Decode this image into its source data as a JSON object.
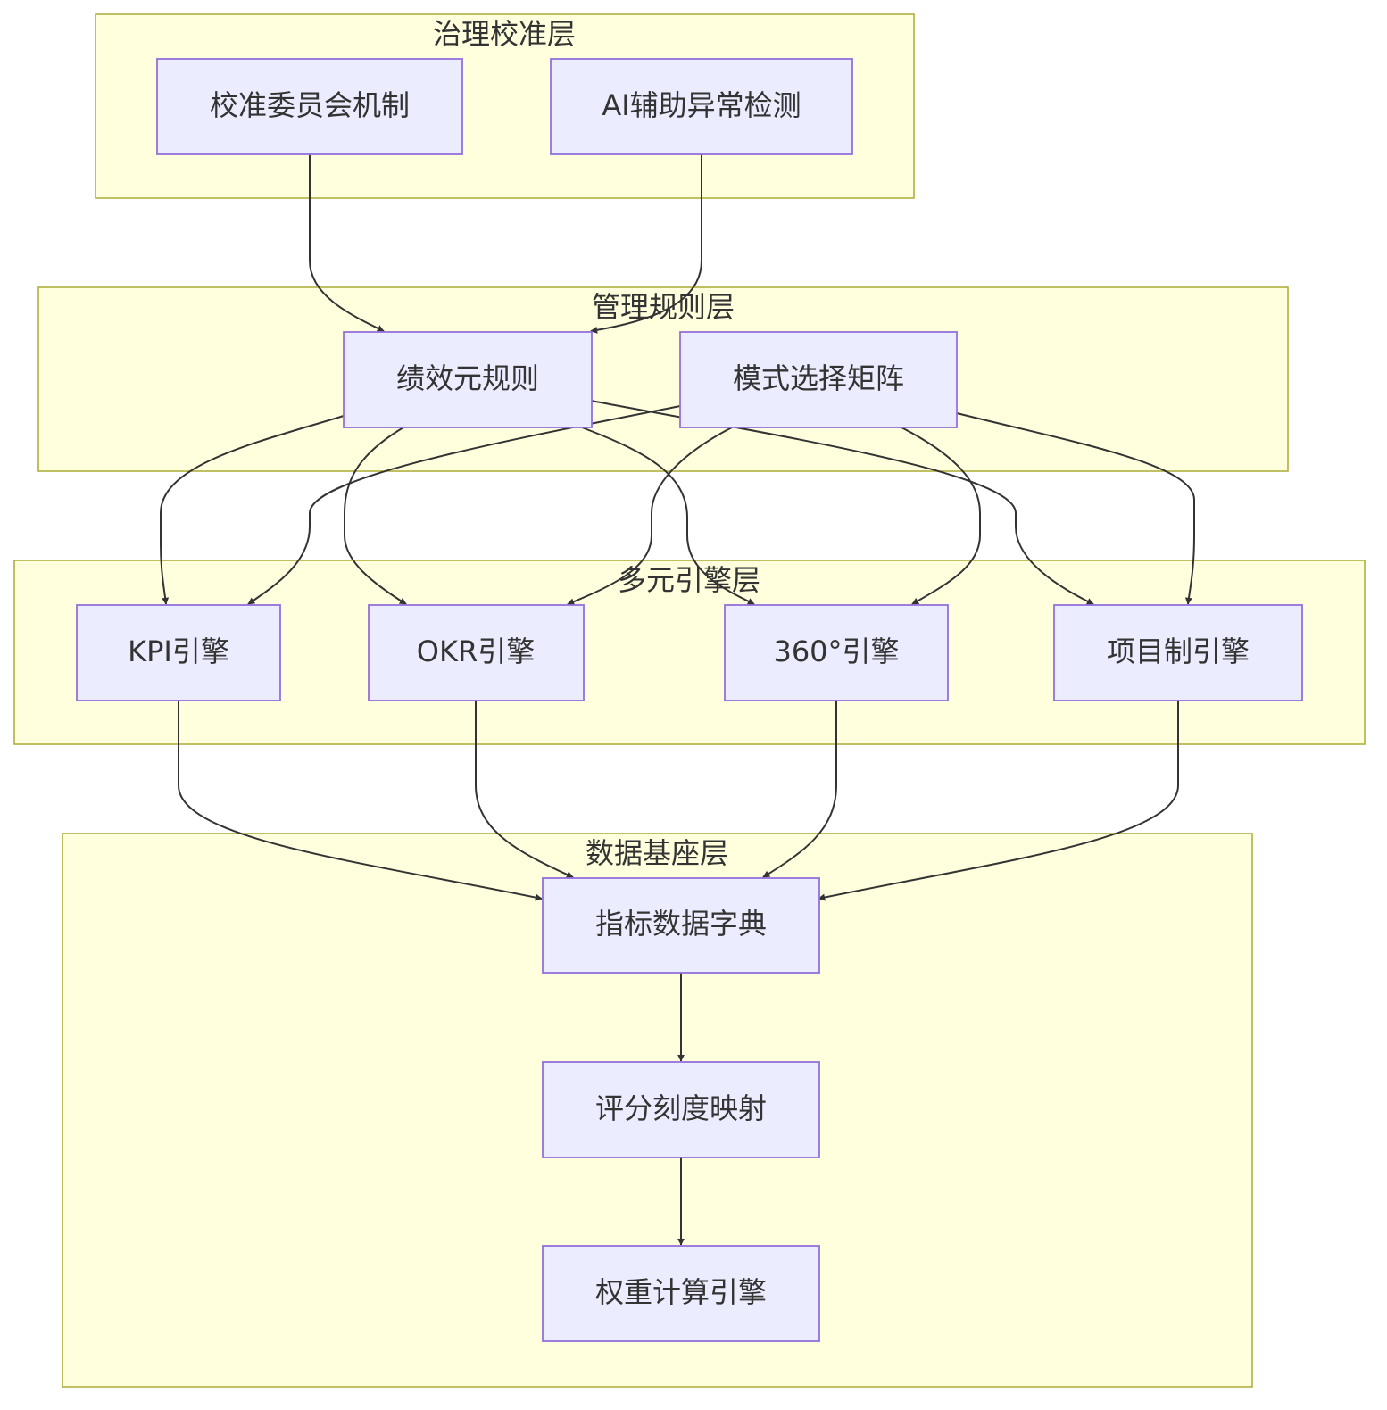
{
  "layers": {
    "governance": {
      "title": "治理校准层"
    },
    "rules": {
      "title": "管理规则层"
    },
    "engines": {
      "title": "多元引擎层"
    },
    "data": {
      "title": "数据基座层"
    }
  },
  "nodes": {
    "calibration_committee": "校准委员会机制",
    "ai_anomaly": "AI辅助异常检测",
    "meta_rules": "绩效元规则",
    "mode_matrix": "模式选择矩阵",
    "kpi_engine": "KPI引擎",
    "okr_engine": "OKR引擎",
    "engine_360": "360°引擎",
    "project_engine": "项目制引擎",
    "indicator_dictionary": "指标数据字典",
    "score_mapping": "评分刻度映射",
    "weight_engine": "权重计算引擎"
  },
  "colors": {
    "layer_fill": "#ffffde",
    "layer_stroke": "#aaaa33",
    "node_fill": "#ececff",
    "node_stroke": "#9370db",
    "edge": "#333333"
  }
}
